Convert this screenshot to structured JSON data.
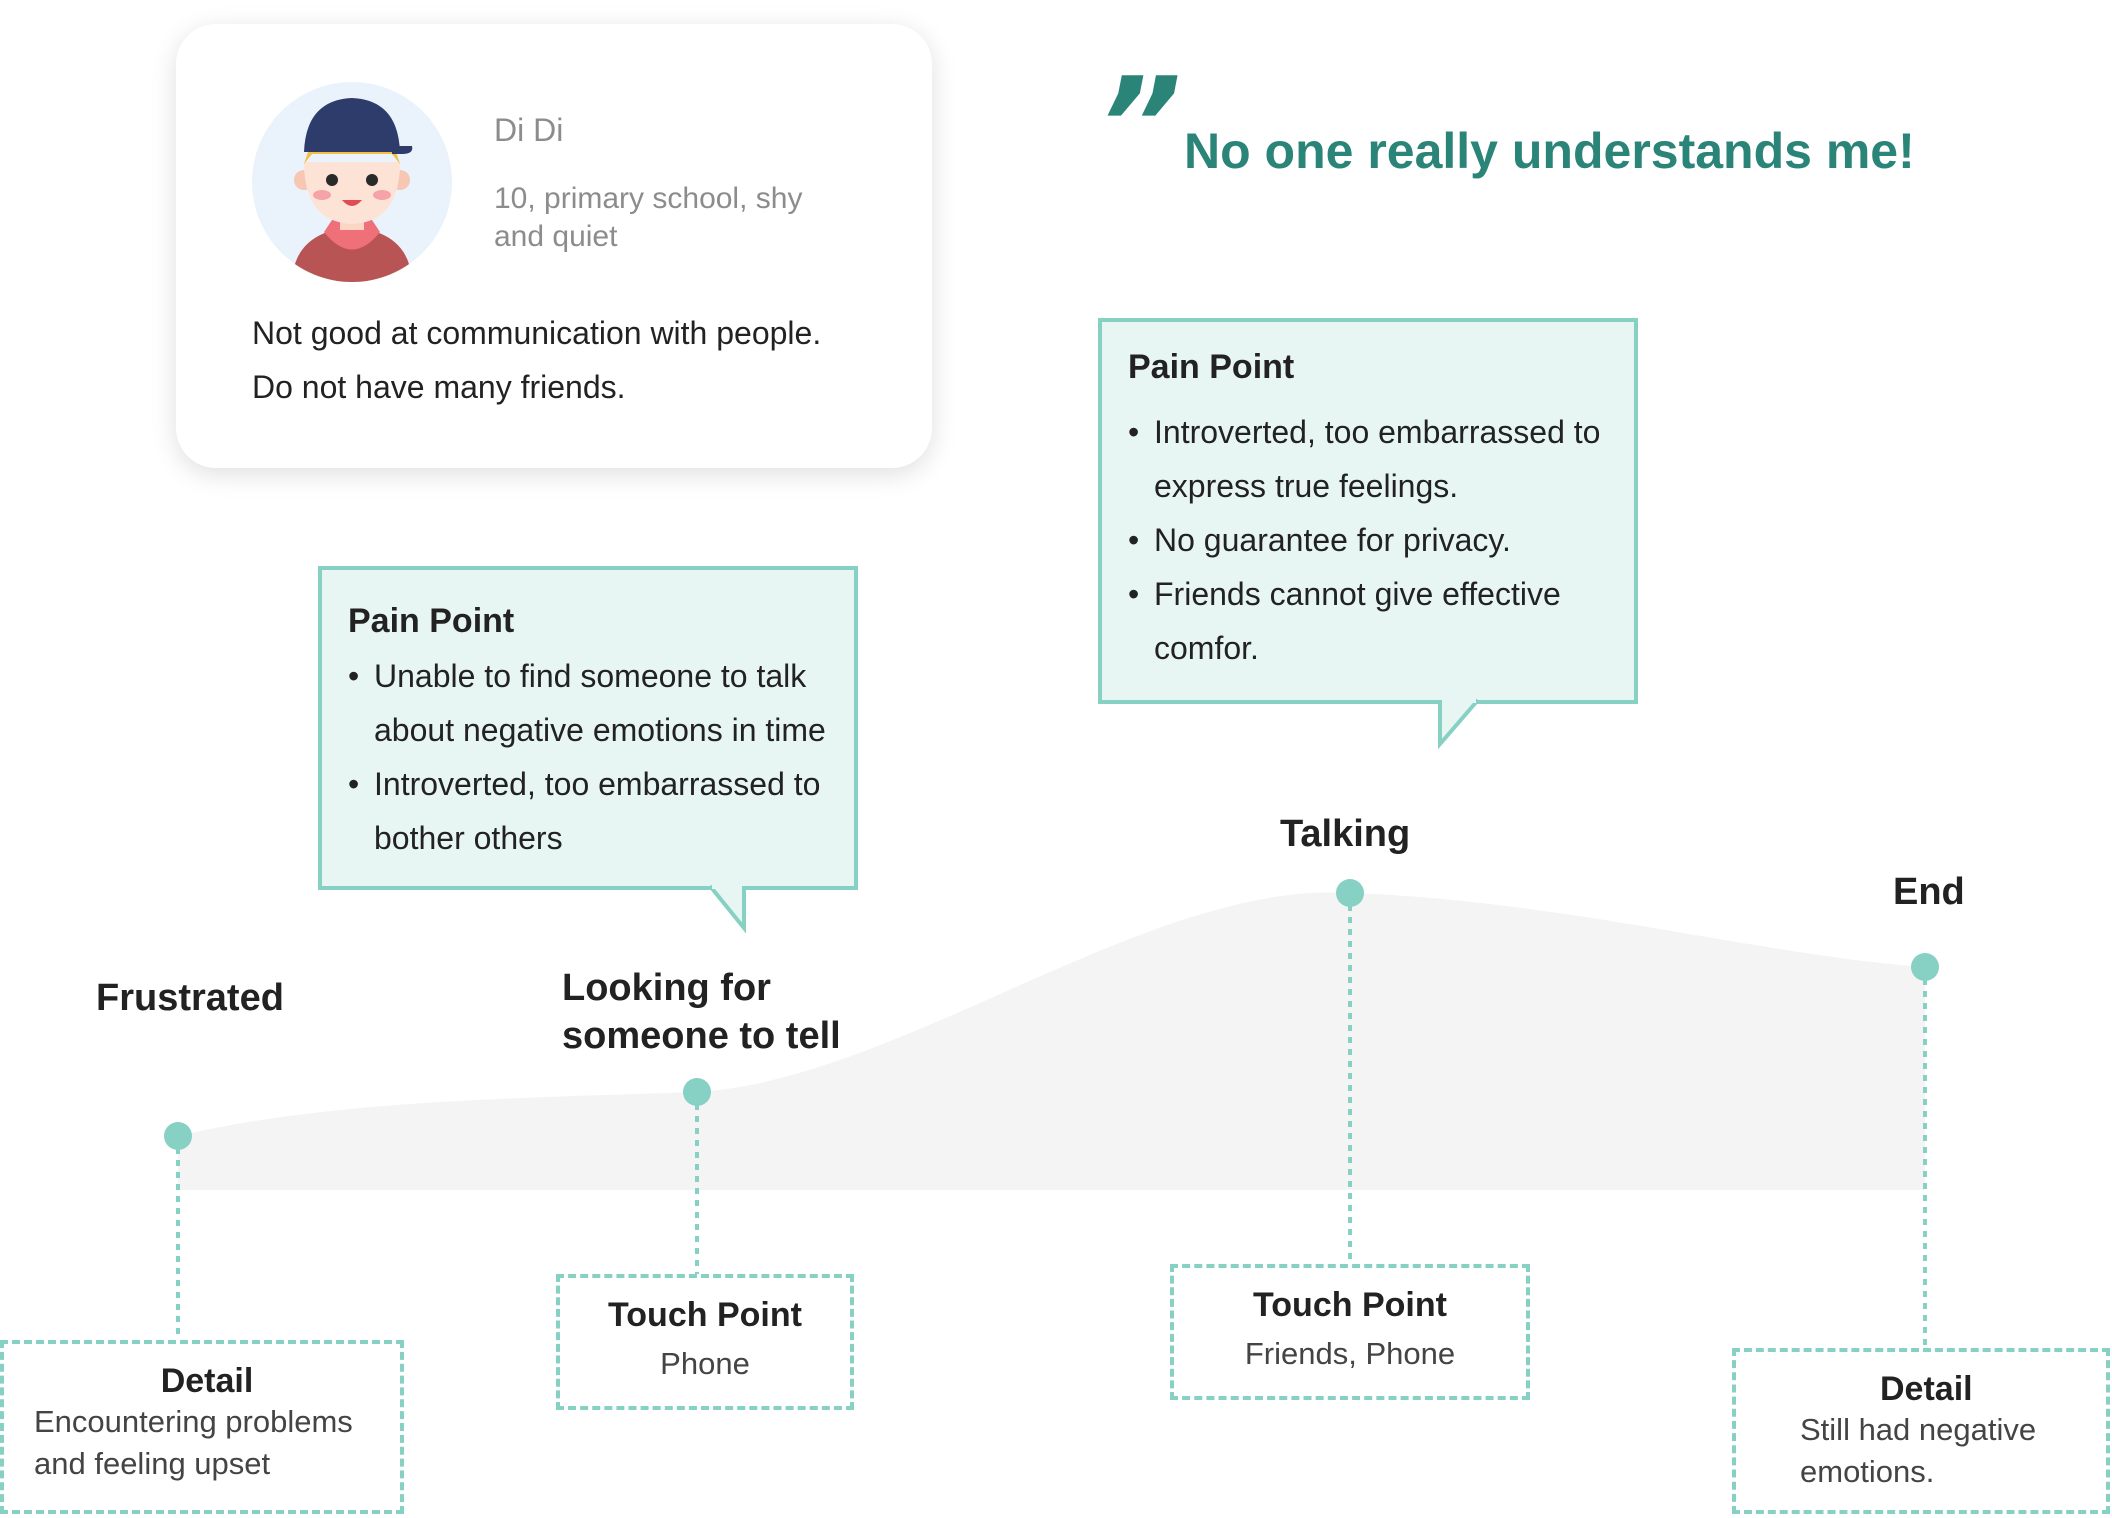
{
  "persona": {
    "name": "Di Di",
    "description": "10, primary school, shy and quiet",
    "bio": [
      "Not good at communication with people.",
      "Do not have many friends."
    ]
  },
  "quote": {
    "mark": "”",
    "text": "No one really understands me!"
  },
  "pain_points": [
    {
      "title": "Pain Point",
      "items": [
        "Unable to find someone to talk about negative emotions in time",
        "Introverted, too embarrassed to bother others"
      ]
    },
    {
      "title": "Pain Point",
      "items": [
        "Introverted, too embarrassed to express true feelings.",
        "No guarantee for privacy.",
        "Friends cannot give effective comfor."
      ]
    }
  ],
  "stages": [
    {
      "label": "Frustrated",
      "level": 0.0
    },
    {
      "label": "Looking for someone to tell",
      "level": 0.18
    },
    {
      "label": "Talking",
      "level": 1.0
    },
    {
      "label": "End",
      "level": 0.7
    }
  ],
  "cards": [
    {
      "title": "Detail",
      "body": "Encountering problems and feeling upset"
    },
    {
      "title": "Touch Point",
      "body": "Phone"
    },
    {
      "title": "Touch Point",
      "body": "Friends, Phone"
    },
    {
      "title": "Detail",
      "body": "Still had negative emotions."
    }
  ],
  "colors": {
    "accent": "#2b8478",
    "teal": "#86d1c3",
    "bubble_fill": "#e8f6f3",
    "curve_fill": "#f4f4f4"
  }
}
